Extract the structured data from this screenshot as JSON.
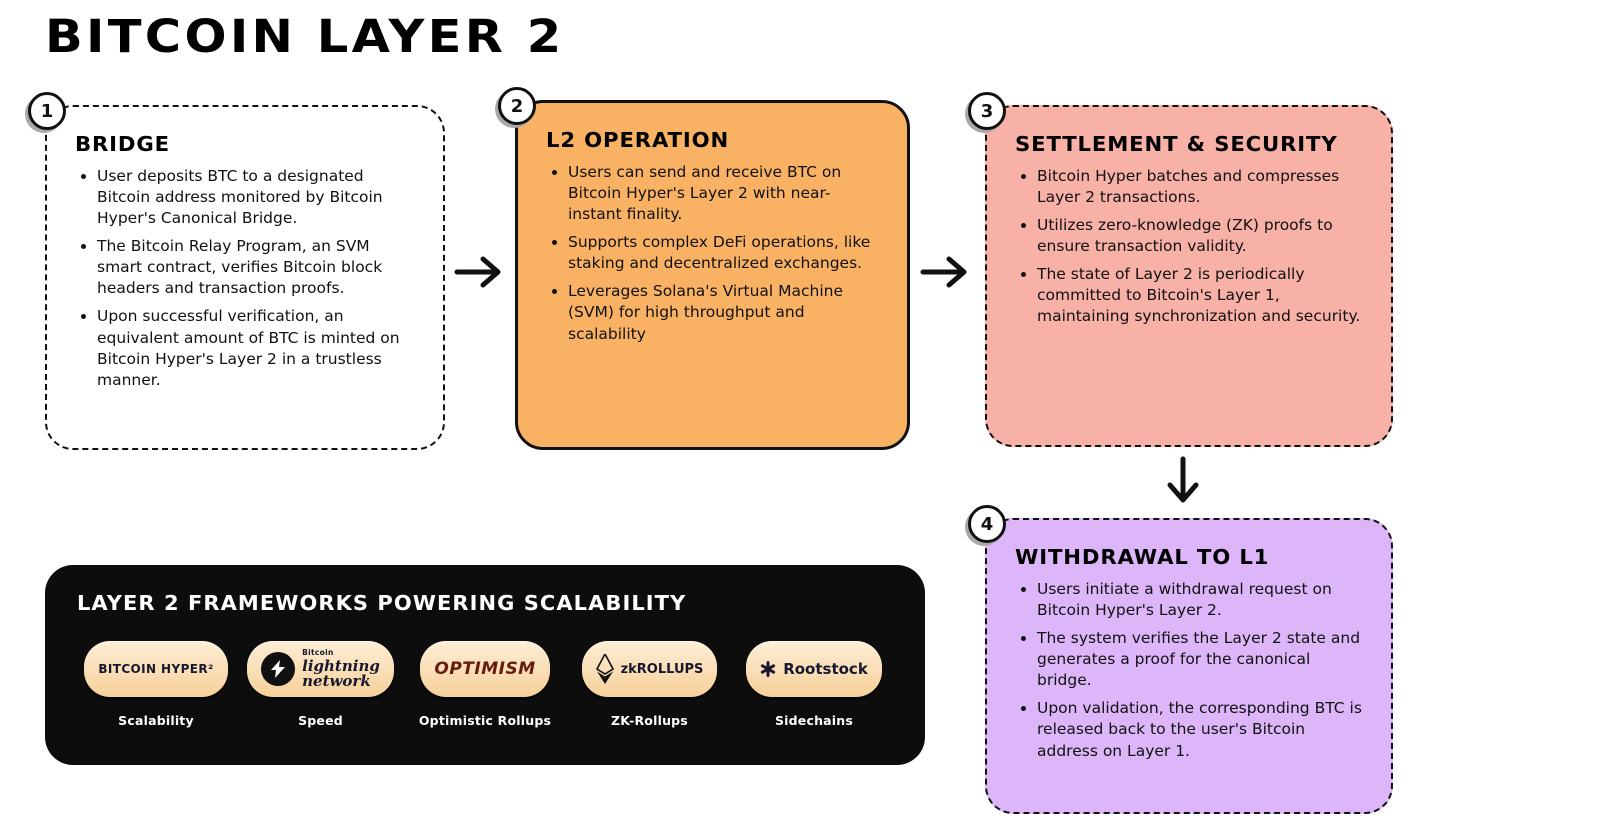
{
  "page": {
    "title": "BITCOIN LAYER 2"
  },
  "cards": [
    {
      "number": "1",
      "title": "BRIDGE",
      "bullets": [
        "User deposits BTC to a designated Bitcoin address monitored by Bitcoin Hyper's Canonical Bridge.",
        "The Bitcoin Relay Program, an SVM smart contract, verifies Bitcoin block headers and transaction proofs.",
        "Upon successful verification, an equivalent amount of BTC is minted on Bitcoin Hyper's Layer 2 in a trustless manner."
      ]
    },
    {
      "number": "2",
      "title": "L2 OPERATION",
      "bullets": [
        "Users can send and receive BTC on Bitcoin Hyper's Layer 2 with near-instant finality.",
        "Supports complex DeFi operations, like staking and decentralized exchanges.",
        "Leverages Solana's Virtual Machine (SVM) for high throughput and scalability"
      ]
    },
    {
      "number": "3",
      "title": "SETTLEMENT & SECURITY",
      "bullets": [
        "Bitcoin Hyper batches and compresses Layer 2 transactions.",
        "Utilizes zero-knowledge (ZK) proofs to ensure transaction validity.",
        "The state of Layer 2 is periodically committed to Bitcoin's Layer 1, maintaining synchronization and security."
      ]
    },
    {
      "number": "4",
      "title": "WITHDRAWAL TO L1",
      "bullets": [
        "Users initiate a withdrawal request on Bitcoin Hyper's Layer 2.",
        "The system verifies the Layer 2 state and generates a proof for the canonical bridge.",
        "Upon validation, the corresponding BTC is released back to the user's Bitcoin address on Layer 1."
      ]
    }
  ],
  "frameworks": {
    "title": "LAYER 2 FRAMEWORKS POWERING SCALABILITY",
    "items": [
      {
        "logo": "BITCOIN HYPER²",
        "label": "Scalability"
      },
      {
        "logo_top": "Bitcoin",
        "logo_line1": "lightning",
        "logo_line2": "network",
        "label": "Speed"
      },
      {
        "logo": "OPTIMISM",
        "label": "Optimistic Rollups"
      },
      {
        "logo": "zkROLLUPS",
        "label": "ZK-Rollups"
      },
      {
        "logo": "Rootstock",
        "label": "Sidechains"
      }
    ]
  },
  "colors": {
    "card2_bg": "#f9b264",
    "card3_bg": "#f7b1a6",
    "card4_bg": "#ddb6fa",
    "panel_bg": "#0d0d0d",
    "pill_bg_top": "#fdeed6",
    "pill_bg_bottom": "#f6d099",
    "optimism_text": "#671a10",
    "logo_text_dark": "#17172e"
  }
}
